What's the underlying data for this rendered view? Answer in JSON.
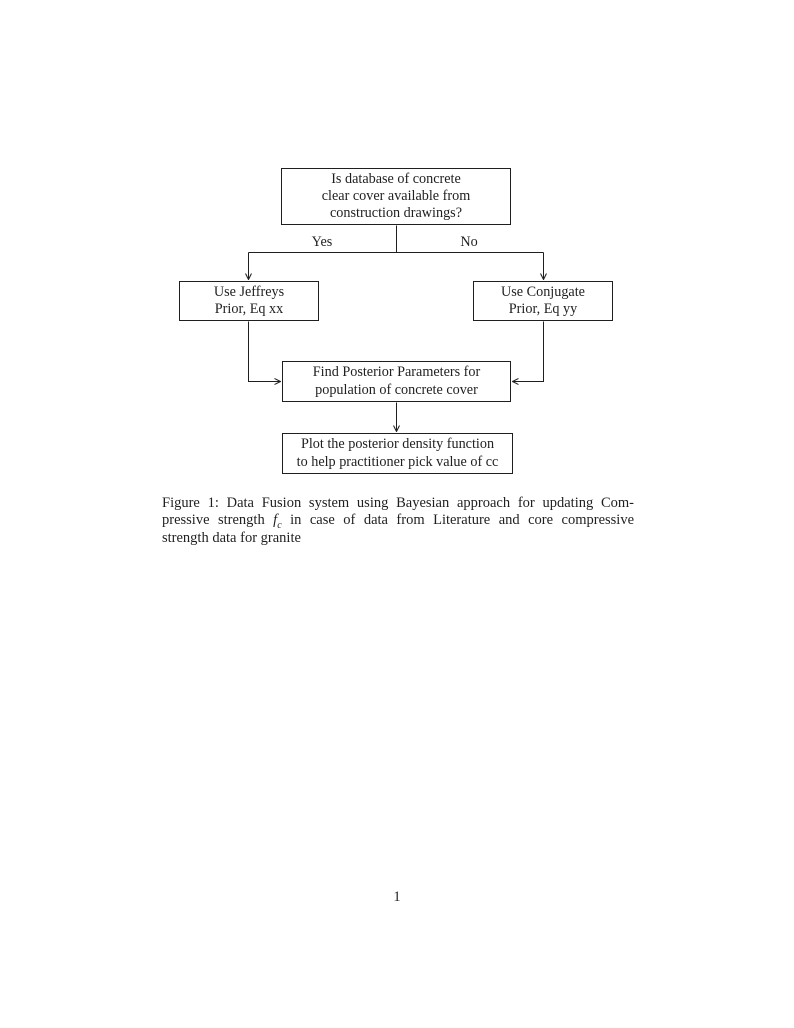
{
  "flowchart": {
    "top_box": {
      "lines": [
        "Is database of concrete",
        "clear cover available from",
        "construction drawings?"
      ]
    },
    "branches": {
      "yes": "Yes",
      "no": "No"
    },
    "left_box": {
      "lines": [
        "Use Jeffreys",
        "Prior, Eq xx"
      ]
    },
    "right_box": {
      "lines": [
        "Use Conjugate",
        "Prior, Eq yy"
      ]
    },
    "middle_box": {
      "lines": [
        "Find Posterior Parameters for",
        "population of concrete cover"
      ]
    },
    "bottom_box": {
      "lines": [
        "Plot the posterior density function",
        "to help practitioner pick value of cc"
      ]
    }
  },
  "caption": {
    "line1": "Figure 1: Data Fusion system using Bayesian approach for updating Com-",
    "line2_pre": "pressive strength ",
    "line2_math_var": "f",
    "line2_math_sub": "c",
    "line2_post": " in case of data from Literature and core compressive",
    "line3": "strength data for granite"
  },
  "page": {
    "number": "1"
  },
  "colors": {
    "text": "#1f1f1f",
    "line": "#1f1f1f",
    "background": "#ffffff"
  }
}
